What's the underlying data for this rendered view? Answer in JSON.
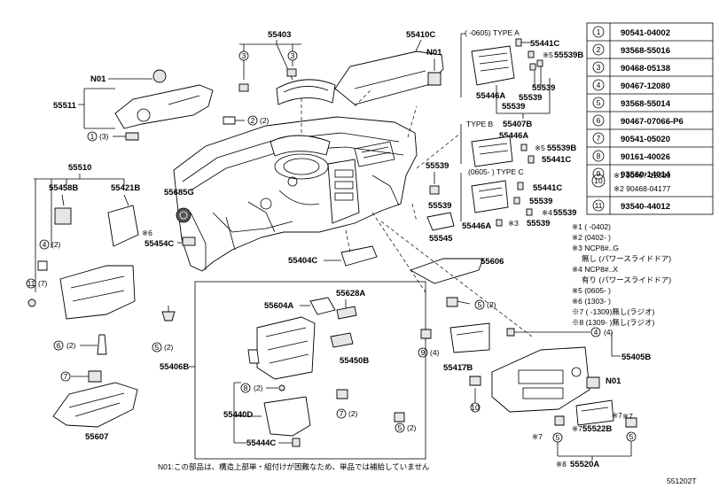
{
  "callouts": {
    "n55403": "55403",
    "n55410c": "55410C",
    "n01a": "N01",
    "n55511": "55511",
    "n55510": "55510",
    "n55458b": "55458B",
    "n55421b": "55421B",
    "n55685g": "55685G",
    "n55454c": "55454C",
    "n55539a": "55539",
    "n55539b": "55539",
    "n55545": "55545",
    "n55404c": "55404C",
    "n55606": "55606",
    "n55628a": "55628A",
    "n55604a": "55604A",
    "n55406b": "55406B",
    "n55450b": "55450B",
    "n55440d": "55440D",
    "n55444c": "55444C",
    "n55607": "55607",
    "n55417b": "55417B",
    "n55405b": "55405B",
    "n01c": "N01",
    "n55522b": "55522B",
    "n55520a": "55520A",
    "n01b": "N01",
    "typeA": "(     -0605) TYPE A",
    "typeB": "TYPE B",
    "typeC": "(0605-     ) TYPE C",
    "n55441c_a": "55441C",
    "n55539b_a": "55539B",
    "n55446a_a": "55446A",
    "n55539_a1": "55539",
    "n55539_a2": "55539",
    "n55539_a3": "55539",
    "n55407b": "55407B",
    "n55446a_b": "55446A",
    "n55539b_b": "55539B",
    "n55441c_b": "55441C",
    "n55441c_c": "55441C",
    "n55539_c1": "55539",
    "n55539_c2": "55539",
    "n55539_c3": "55539",
    "n55446a_c": "55446A"
  },
  "marks": {
    "m5": "※5",
    "m5b": "※5",
    "m4": "※4",
    "m3": "※3",
    "m6": "※6",
    "m7a": "※7",
    "m7b": "※7",
    "m7c": "※7",
    "m8": "※8",
    "m7d": "※7"
  },
  "qty": {
    "q3": "(3)",
    "q2a": "(2)",
    "q2b": "(2)",
    "q7": "(7)",
    "q2c": "(2)",
    "q2d": "(2)",
    "q2e": "(2)",
    "q2f": "(2)",
    "q2g": "(2)",
    "q2h": "(2)",
    "q2i": "(2)",
    "q4a": "(4)",
    "q4b": "(4)"
  },
  "legend_table": [
    {
      "n": "1",
      "part": "90541-04002"
    },
    {
      "n": "2",
      "part": "93568-55016"
    },
    {
      "n": "3",
      "part": "90468-05138"
    },
    {
      "n": "4",
      "part": "90467-12080"
    },
    {
      "n": "5",
      "part": "93568-55014"
    },
    {
      "n": "6",
      "part": "90467-07066-P6"
    },
    {
      "n": "7",
      "part": "90541-05020"
    },
    {
      "n": "8",
      "part": "90161-40026"
    },
    {
      "n": "9",
      "part": "93560-14014"
    },
    {
      "n": "10",
      "part": "※1 90467-12080",
      "part2": "※2 90468-04177"
    },
    {
      "n": "11",
      "part": "93540-44012"
    }
  ],
  "notes": [
    "※1 (      -0402)",
    "※2 (0402-      )",
    "※3 NCP8#..G",
    "無し (パワースライドドア)",
    "※4 NCP8#..X",
    "有り (パワースライドドア)",
    "※5 (0605-      )",
    "※6 (1303-      )",
    "※7 (      -1309)無し(ラジオ)",
    "※8 (1309-      )無し(ラジオ)"
  ],
  "footnote": "N01:この部品は、構造上部単・組付けが困難なため、単品では補給していません",
  "diagram_id": "551202T"
}
